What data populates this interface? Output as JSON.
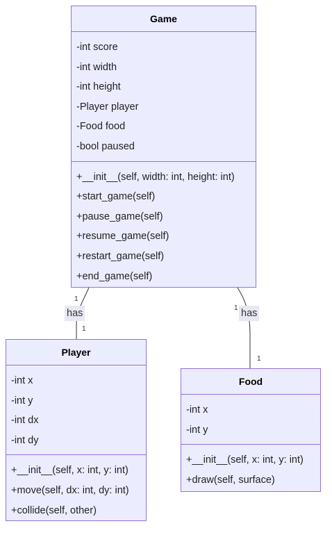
{
  "classes": {
    "game": {
      "name": "Game",
      "attributes": [
        "-int score",
        "-int width",
        "-int height",
        "-Player player",
        "-Food food",
        "-bool paused"
      ],
      "methods": [
        "+__init__(self, width: int, height: int)",
        "+start_game(self)",
        "+pause_game(self)",
        "+resume_game(self)",
        "+restart_game(self)",
        "+end_game(self)"
      ]
    },
    "player": {
      "name": "Player",
      "attributes": [
        "-int x",
        "-int y",
        "-int dx",
        "-int dy"
      ],
      "methods": [
        "+__init__(self, x: int, y: int)",
        "+move(self, dx: int, dy: int)",
        "+collide(self, other)"
      ]
    },
    "food": {
      "name": "Food",
      "attributes": [
        "-int x",
        "-int y"
      ],
      "methods": [
        "+__init__(self, x: int, y: int)",
        "+draw(self, surface)"
      ]
    }
  },
  "relations": {
    "game_player": {
      "label": "has",
      "from_mult": "1",
      "to_mult": "1"
    },
    "game_food": {
      "label": "has",
      "from_mult": "1",
      "to_mult": "1"
    }
  }
}
